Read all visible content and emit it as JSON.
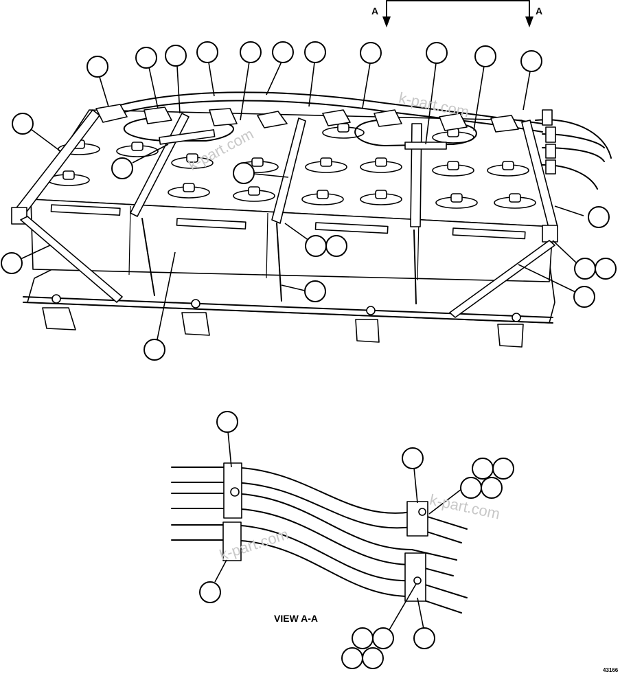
{
  "diagram": {
    "section_marker": {
      "left_label": "A",
      "right_label": "A"
    },
    "view_title": "VIEW A-A",
    "figure_number": "43166",
    "watermarks": [
      "k-part.com",
      "k-part.com",
      "k-part.com"
    ],
    "callouts_main": 27,
    "callouts_view": 14,
    "line_color": "#000000",
    "background": "#ffffff",
    "watermark_color": "#c8c8c8"
  }
}
